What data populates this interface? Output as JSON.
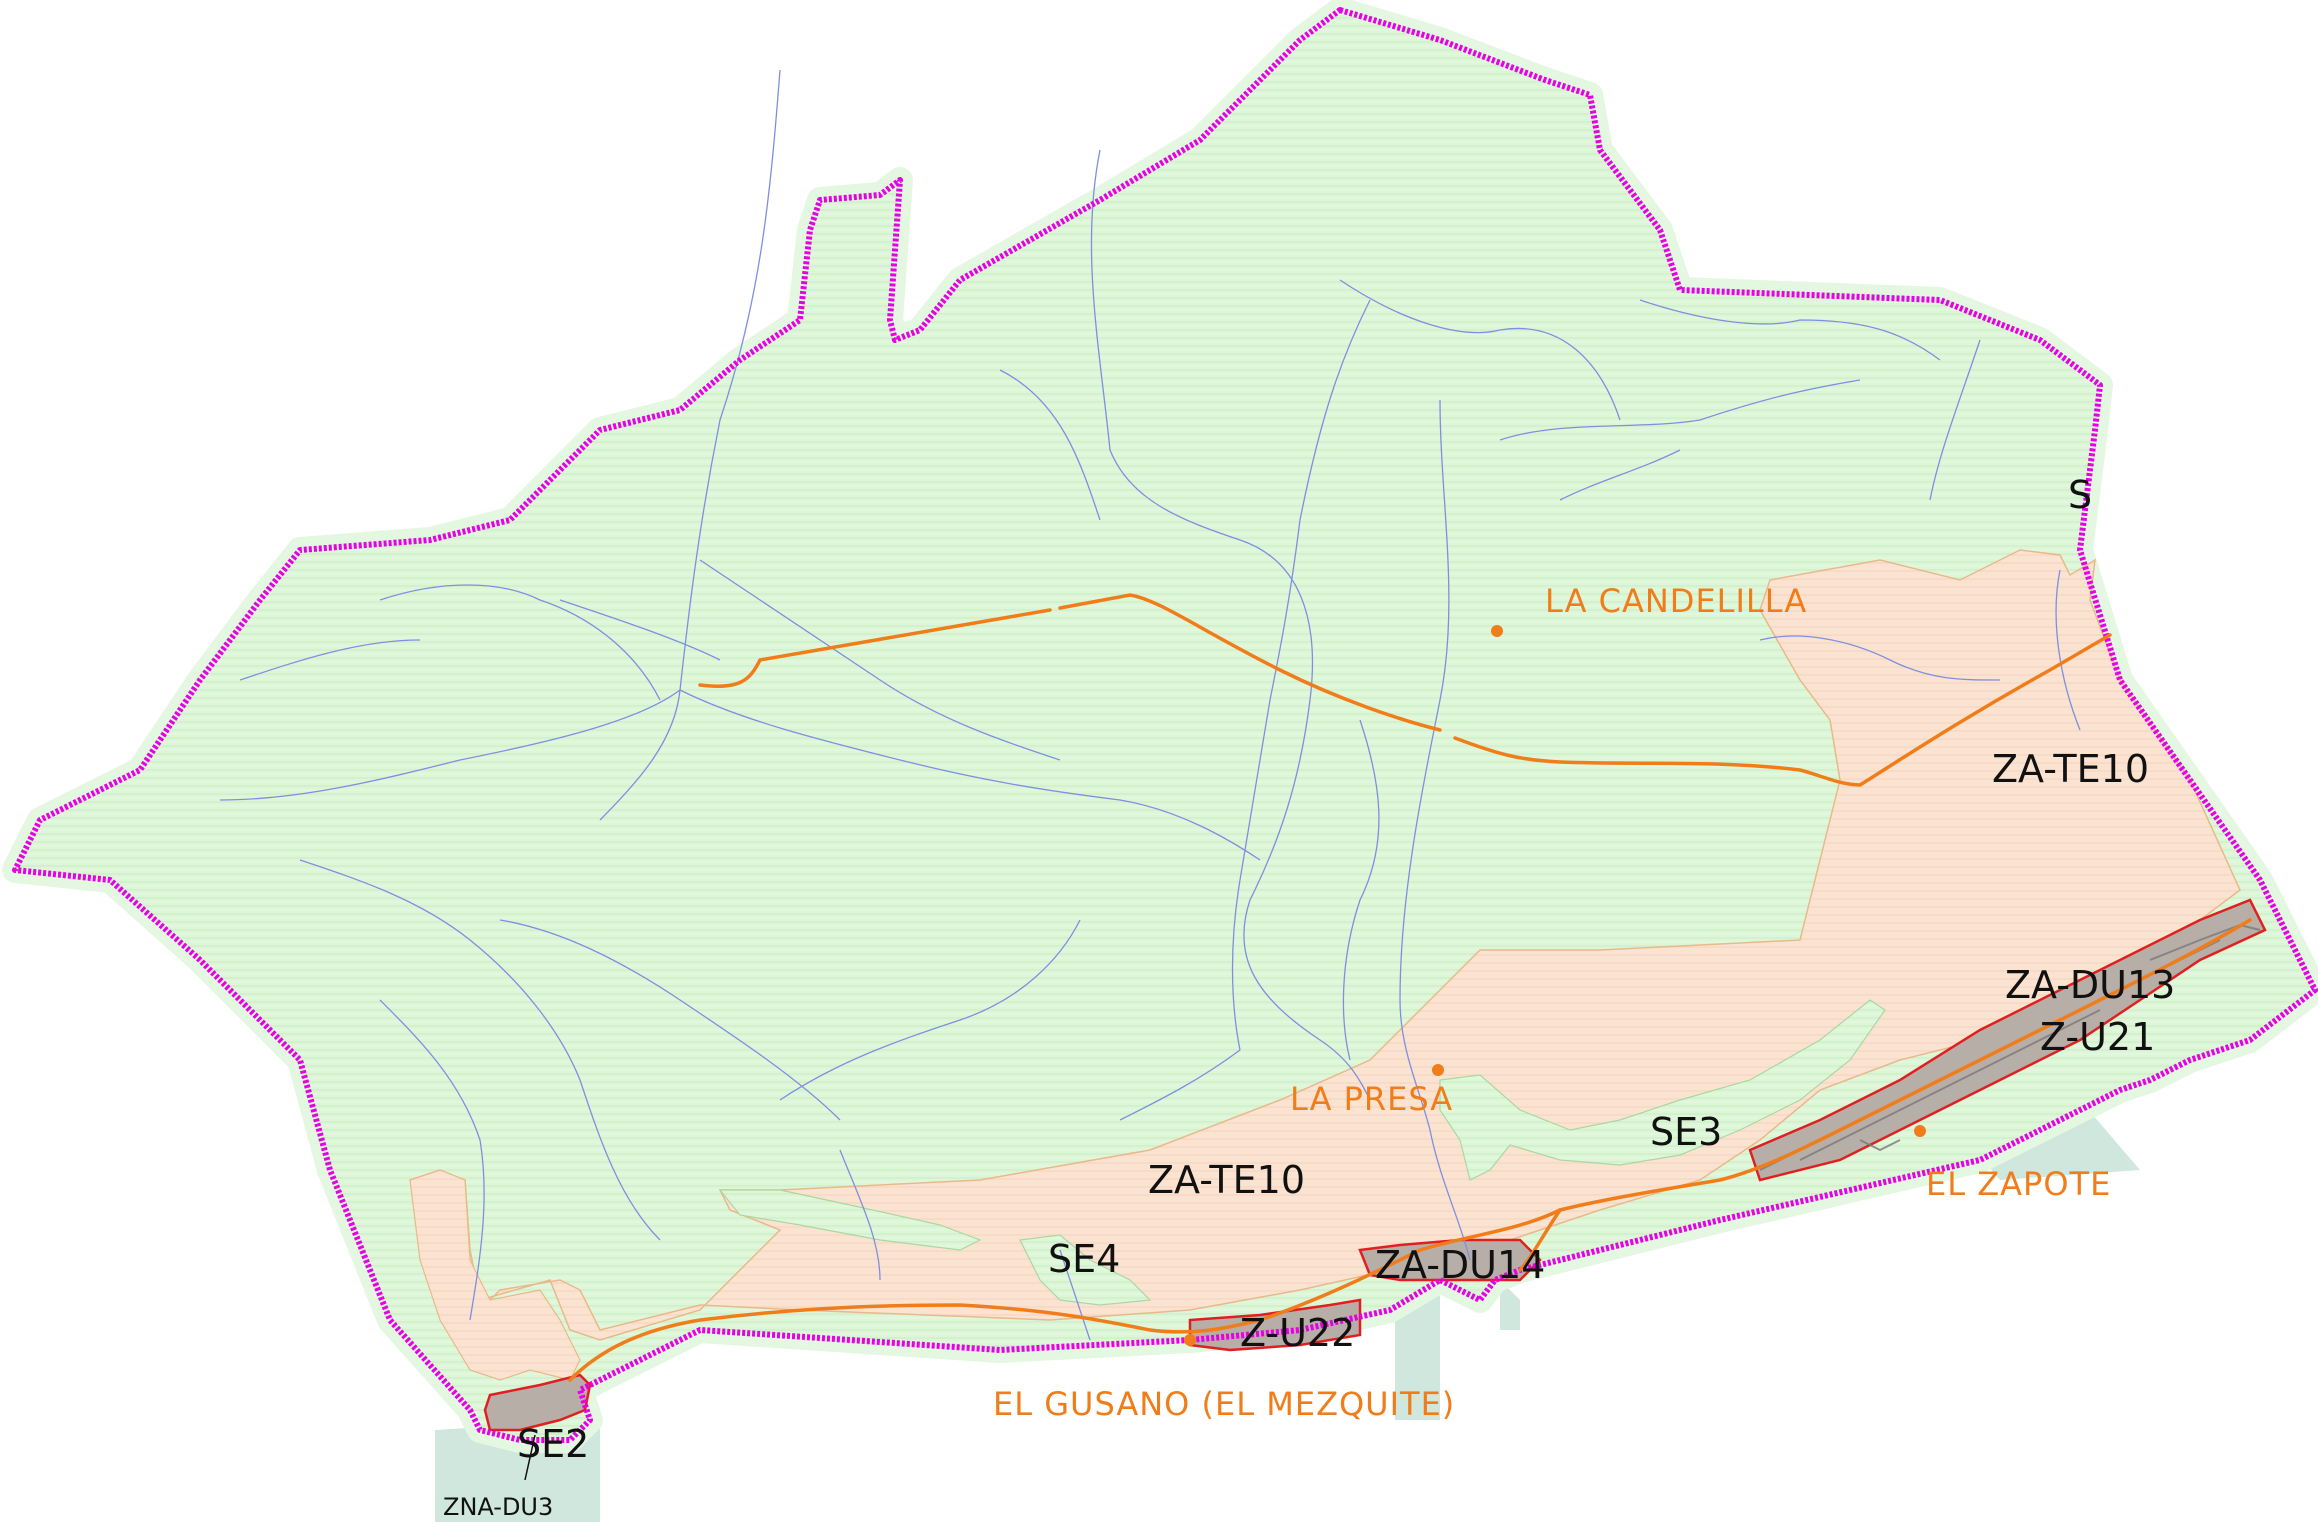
{
  "colors": {
    "forest_fill": "#ddf6d8",
    "forest_hatch": "#c9ecc1",
    "halo": "#e4f7e0",
    "agri_fill": "#fbe3d2",
    "agri_edge": "#e8b98a",
    "urban_fill": "#b8aea8",
    "boundary": "#e600e6",
    "road": "#f07d1a",
    "river": "#7f8fe0",
    "urban_line": "#e02020",
    "place_label": "#f07d1a",
    "zone_label": "#111111",
    "coast_shadow": "#c7e3d6"
  },
  "places": {
    "la_candelilla": "LA CANDELILLA",
    "la_presa": "LA PRESA",
    "el_zapote": "EL ZAPOTE",
    "el_gusano": "EL GUSANO (EL MEZQUITE)"
  },
  "zones": {
    "za_te10_east": "ZA-TE10",
    "za_te10_central": "ZA-TE10",
    "za_du13": "ZA-DU13",
    "z_u21": "Z-U21",
    "se3": "SE3",
    "se4": "SE4",
    "za_du14": "ZA-DU14",
    "z_u22": "Z-U22",
    "se2": "SE2",
    "zna_du3": "ZNA-DU3",
    "s_mark": "S"
  }
}
